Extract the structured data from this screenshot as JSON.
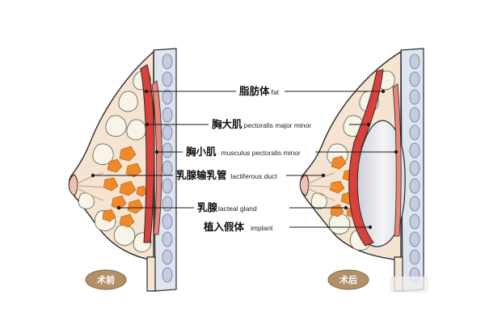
{
  "labels": [
    {
      "zh": "脂肪体",
      "en": "fat"
    },
    {
      "zh": "胸大肌",
      "en": "pectoralis major minor"
    },
    {
      "zh": "胸小肌",
      "en": "musculus pectoralis minor"
    },
    {
      "zh": "乳腺输乳管",
      "en": "lactiferous duct"
    },
    {
      "zh": "乳腺",
      "en": "lacteal gland"
    },
    {
      "zh": "植入假体",
      "en": "implant"
    }
  ],
  "badges": {
    "before": "术前",
    "after": "术后"
  },
  "colors": {
    "skin": "#f6e4d2",
    "outline": "#2a2a2a",
    "fat_lobule": "#f8f4e8",
    "muscle_major": "#d9413a",
    "muscle_minor": "#e98575",
    "gland": "#f0892a",
    "ribs": "#aebad0",
    "implant": "#e3e6ea",
    "badge": "#b2906a"
  }
}
